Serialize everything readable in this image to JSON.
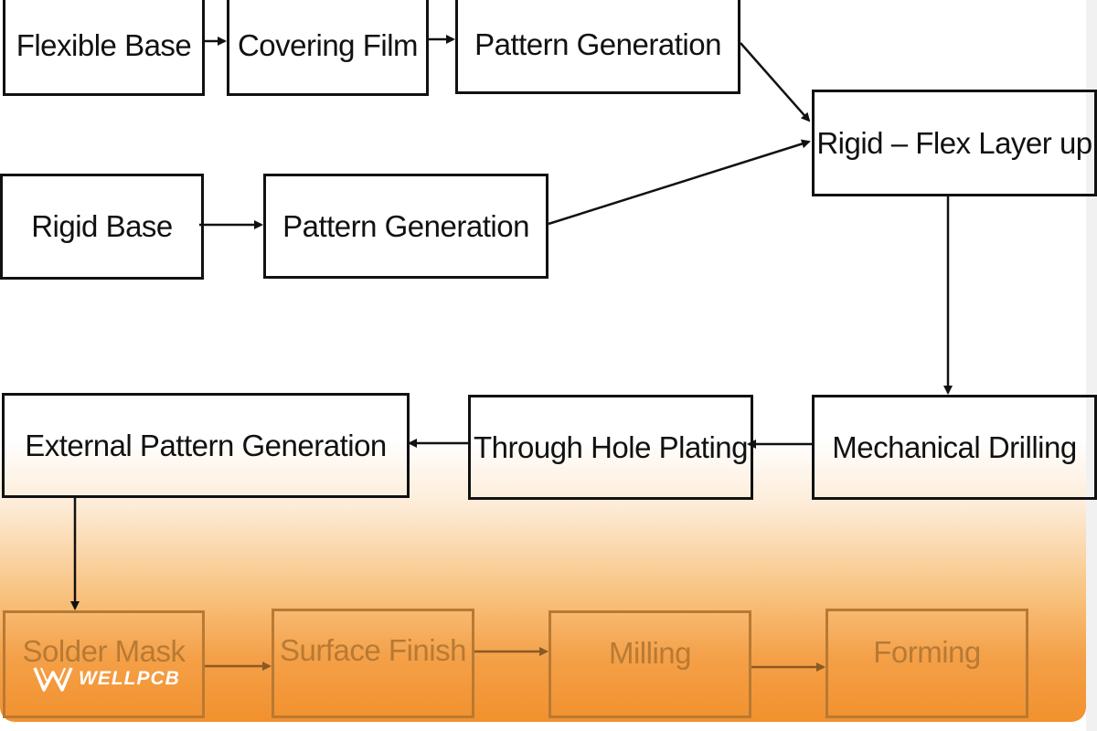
{
  "nodes": {
    "flexible_base": "Flexible Base",
    "covering_film": "Covering Film",
    "pattern_generation_flex": "Pattern Generation",
    "rigid_flex_layer_up": "Rigid – Flex Layer up",
    "rigid_base": "Rigid Base",
    "pattern_generation_rigid": "Pattern Generation",
    "mechanical_drilling": "Mechanical Drilling",
    "through_hole_plating": "Through Hole Plating",
    "external_pattern_generation": "External Pattern Generation",
    "solder_mask": "Solder Mask",
    "surface_finish": "Surface Finish",
    "milling": "Milling",
    "forming": "Forming"
  },
  "edges": [
    [
      "flexible_base",
      "covering_film"
    ],
    [
      "covering_film",
      "pattern_generation_flex"
    ],
    [
      "pattern_generation_flex",
      "rigid_flex_layer_up"
    ],
    [
      "rigid_base",
      "pattern_generation_rigid"
    ],
    [
      "pattern_generation_rigid",
      "rigid_flex_layer_up"
    ],
    [
      "rigid_flex_layer_up",
      "mechanical_drilling"
    ],
    [
      "mechanical_drilling",
      "through_hole_plating"
    ],
    [
      "through_hole_plating",
      "external_pattern_generation"
    ],
    [
      "external_pattern_generation",
      "solder_mask"
    ],
    [
      "solder_mask",
      "surface_finish"
    ],
    [
      "surface_finish",
      "milling"
    ],
    [
      "milling",
      "forming"
    ]
  ],
  "watermark": {
    "text": "WELLPCB"
  },
  "colors": {
    "line": "#111111",
    "faded_line": "#8a5a24",
    "gradient_bottom": "#f2912e"
  }
}
